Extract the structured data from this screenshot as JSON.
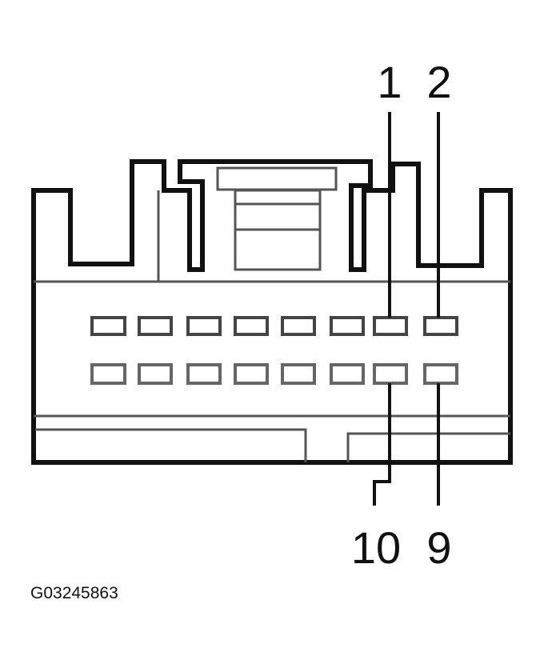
{
  "diagram": {
    "pin_labels": {
      "pin_1": "1",
      "pin_2": "2",
      "pin_10": "10",
      "pin_9": "9"
    },
    "figure_code": "G03245863",
    "colors": {
      "line": "#111111",
      "secondary_line": "#555555",
      "background": "#ffffff"
    }
  }
}
